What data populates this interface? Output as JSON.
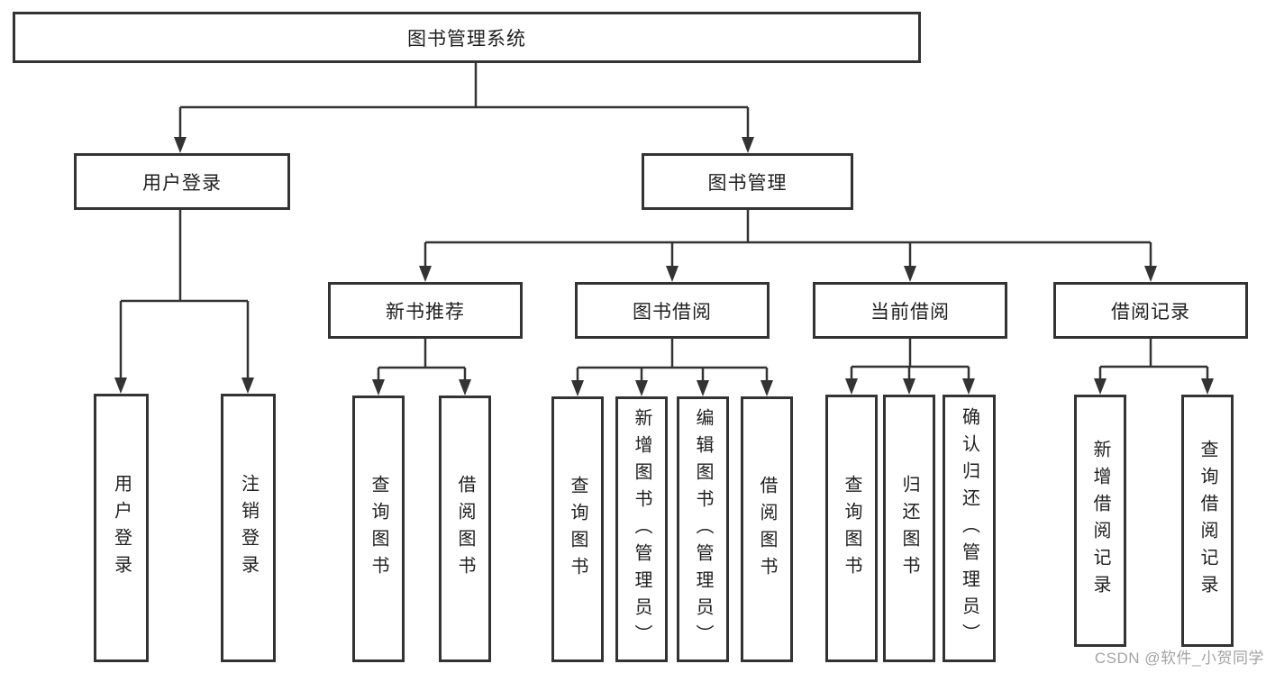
{
  "nodes": {
    "root": {
      "label": "图书管理系统"
    },
    "level1": [
      {
        "label": "用户登录"
      },
      {
        "label": "图书管理"
      }
    ],
    "level2": [
      {
        "label": "新书推荐"
      },
      {
        "label": "图书借阅"
      },
      {
        "label": "当前借阅"
      },
      {
        "label": "借阅记录"
      }
    ],
    "leaves": [
      {
        "label": "用户登录"
      },
      {
        "label": "注销登录"
      },
      {
        "label": "查询图书"
      },
      {
        "label": "借阅图书"
      },
      {
        "label": "查询图书"
      },
      {
        "label": "新增图书（管理员）"
      },
      {
        "label": "编辑图书（管理员）"
      },
      {
        "label": "借阅图书"
      },
      {
        "label": "查询图书"
      },
      {
        "label": "归还图书"
      },
      {
        "label": "确认归还（管理员）"
      },
      {
        "label": "新增借阅记录"
      },
      {
        "label": "查询借阅记录"
      }
    ]
  },
  "watermark": {
    "text": "CSDN @软件_小贺同学"
  },
  "colors": {
    "line": "#333333",
    "box_border": "#333333",
    "text": "#1f1f1f",
    "watermark": "#a3a3a3",
    "background": "#ffffff"
  }
}
